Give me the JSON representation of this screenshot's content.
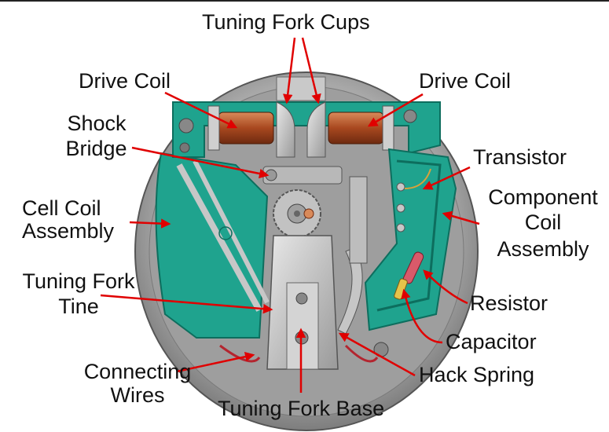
{
  "labels": {
    "tuning_fork_cups": "Tuning Fork Cups",
    "drive_coil_left": "Drive Coil",
    "drive_coil_right": "Drive Coil",
    "shock_bridge_1": "Shock",
    "shock_bridge_2": "Bridge",
    "transistor": "Transistor",
    "component_coil_1": "Component",
    "component_coil_2": "Coil",
    "component_coil_3": "Assembly",
    "cell_coil_1": "Cell Coil",
    "cell_coil_2": "Assembly",
    "tuning_fork_tine_1": "Tuning Fork",
    "tuning_fork_tine_2": "Tine",
    "resistor": "Resistor",
    "capacitor": "Capacitor",
    "hack_spring": "Hack Spring",
    "connecting_wires_1": "Connecting",
    "connecting_wires_2": "Wires",
    "tuning_fork_base": "Tuning Fork Base"
  },
  "colors": {
    "arrow": "#e00000",
    "circuit_board": "#1fa38e",
    "steel": "#bdbdbd",
    "coil_copper": "#b5552a",
    "background": "#ffffff"
  }
}
